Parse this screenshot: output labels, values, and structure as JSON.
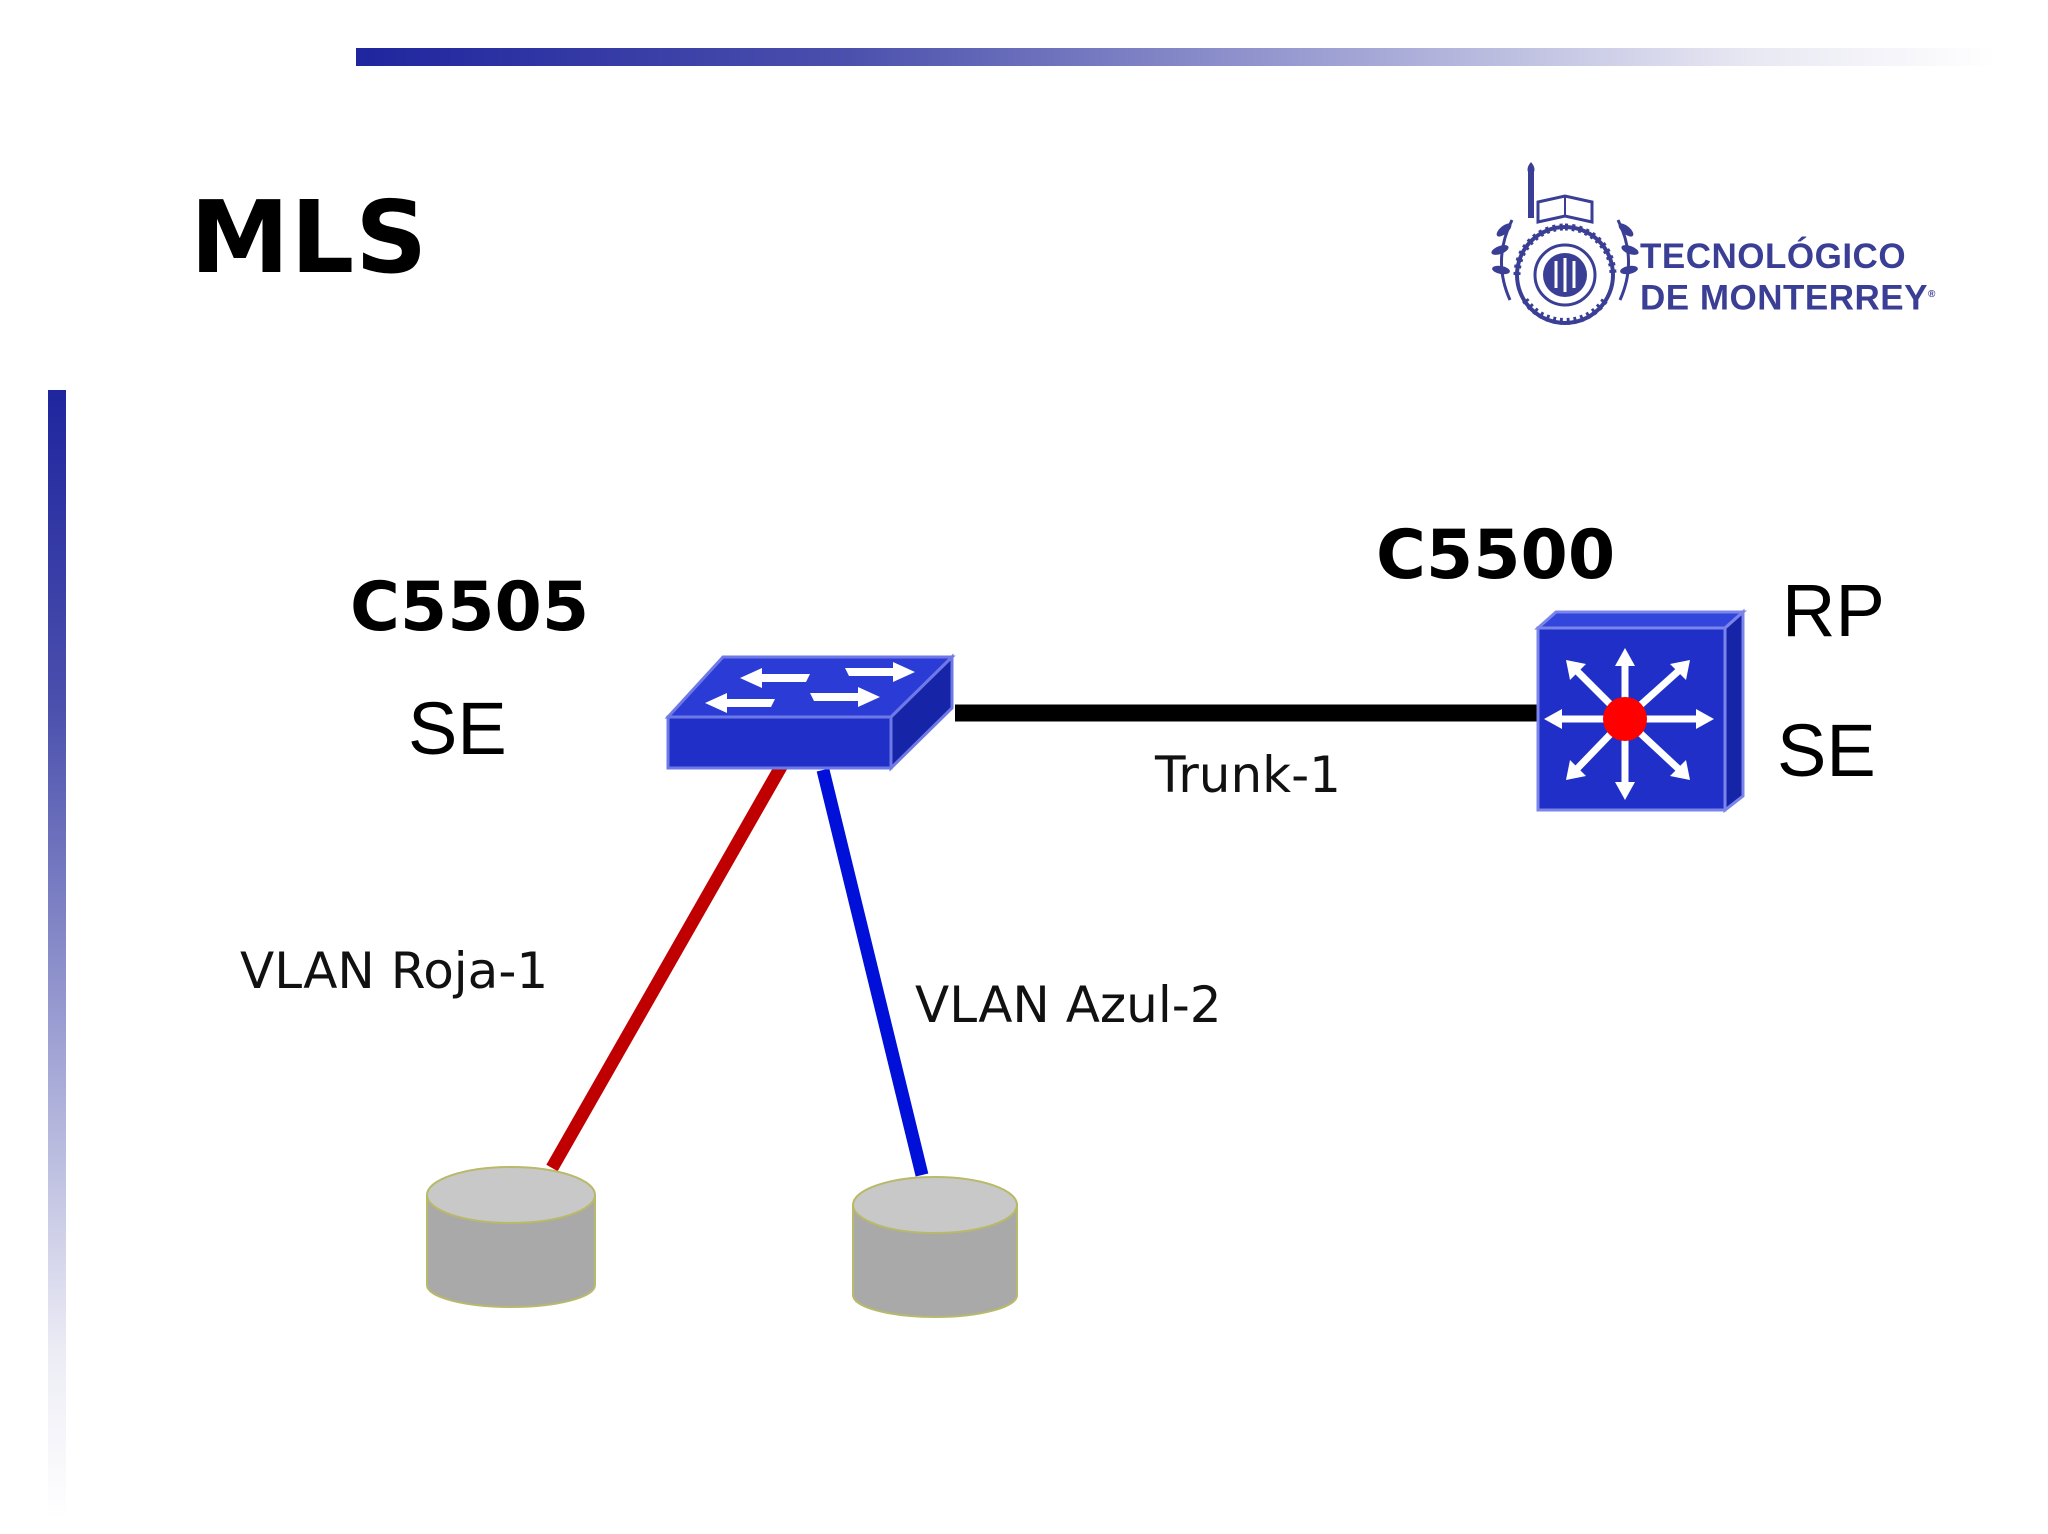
{
  "slide": {
    "title": "MLS",
    "accent_color": "#1f259e"
  },
  "logo": {
    "line1": "TECNOLÓGICO",
    "line2": "DE MONTERREY",
    "registered": "®",
    "seal_icon": "tec-monterrey-seal",
    "color": "#3a3f95"
  },
  "diagram": {
    "switch_left": {
      "name": "C5505",
      "role": "SE",
      "icon": "workgroup-switch-icon"
    },
    "switch_right": {
      "name": "C5500",
      "role1": "RP",
      "role2": "SE",
      "icon": "multilayer-switch-icon"
    },
    "trunk": {
      "label": "Trunk-1",
      "color": "#000000"
    },
    "vlan_red": {
      "label": "VLAN Roja-1",
      "color": "#c00000"
    },
    "vlan_blue": {
      "label": "VLAN Azul-2",
      "color": "#0010d8"
    },
    "hosts": [
      {
        "icon": "host-cylinder-icon"
      },
      {
        "icon": "host-cylinder-icon"
      }
    ]
  }
}
